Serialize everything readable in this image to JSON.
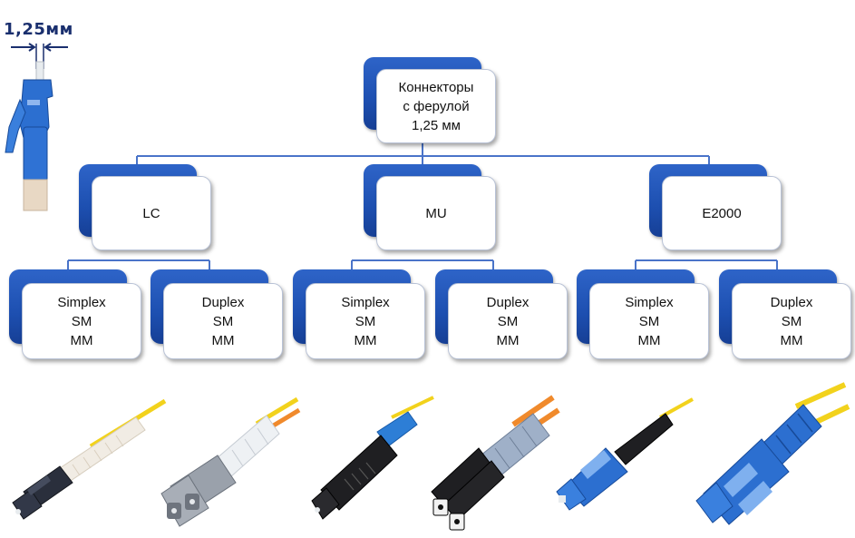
{
  "diagram": {
    "root": {
      "label": "Коннекторы\nс ферулой\n1,25 мм"
    },
    "types": [
      {
        "label": "LC",
        "children": [
          {
            "label": "Simplex\nSM\nMM"
          },
          {
            "label": "Duplex\nSM\nMM"
          }
        ]
      },
      {
        "label": "MU",
        "children": [
          {
            "label": "Simplex\nSM\nMM"
          },
          {
            "label": "Duplex\nSM\nMM"
          }
        ]
      },
      {
        "label": "E2000",
        "children": [
          {
            "label": "Simplex\nSM\nMM"
          },
          {
            "label": "Duplex\nSM\nMM"
          }
        ]
      }
    ]
  },
  "dimension": {
    "label": "1,25мм"
  },
  "colors": {
    "box_blue": "#2459bf",
    "connector_line": "#4a74c9",
    "fiber_yellow": "#f2d21c",
    "fiber_orange": "#f08a2c",
    "lc_body": "#2a2f3c",
    "lc_duplex_body": "#9aa1ab",
    "mu_body": "#1f1f22",
    "e2000_blue": "#2c6fd0"
  },
  "photos": [
    {
      "icon": "lc-simplex-connector-icon"
    },
    {
      "icon": "lc-duplex-connector-icon"
    },
    {
      "icon": "mu-simplex-connector-icon"
    },
    {
      "icon": "mu-duplex-connector-icon"
    },
    {
      "icon": "e2000-simplex-connector-icon"
    },
    {
      "icon": "e2000-duplex-connector-icon"
    }
  ]
}
